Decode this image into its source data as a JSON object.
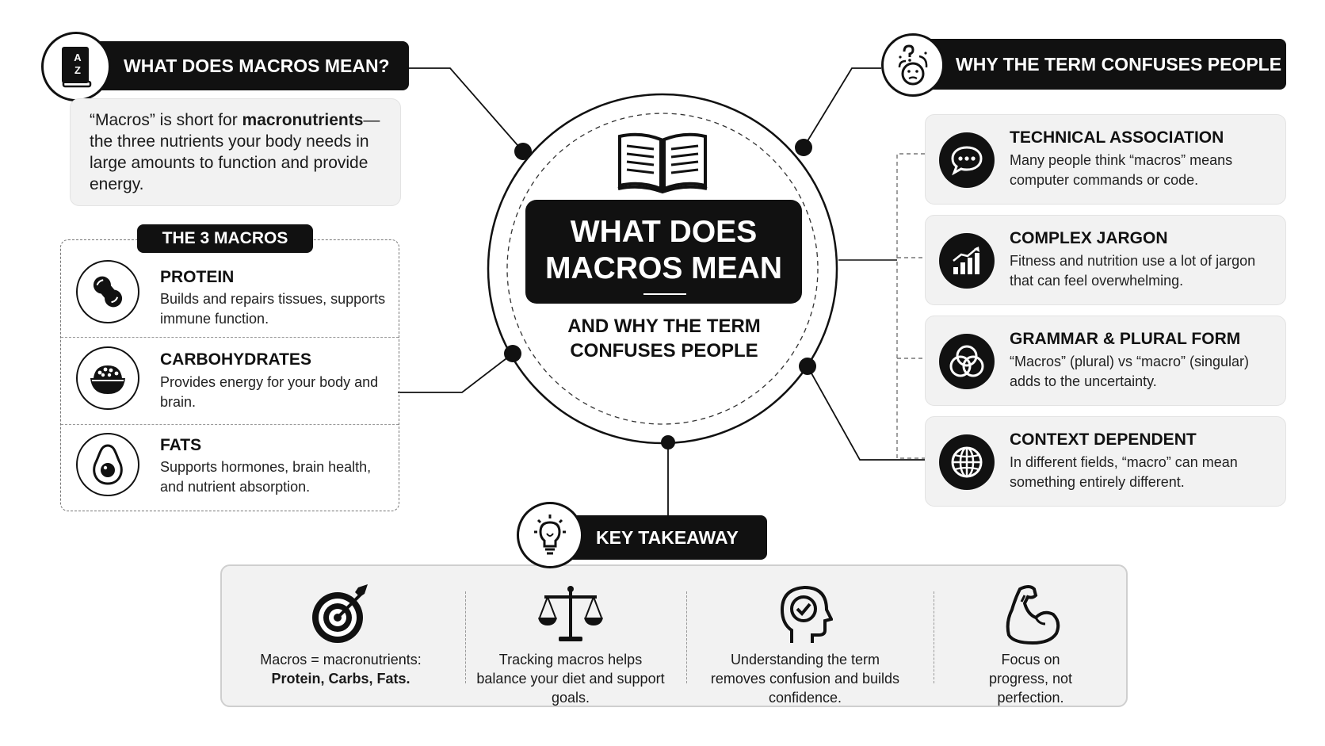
{
  "left_header": {
    "title": "WHAT DOES MACROS MEAN?",
    "icon": "dictionary-book-icon",
    "icon_letters": "A Z"
  },
  "definition": {
    "text_before": "“Macros” is short for ",
    "bold": "macronutrients",
    "text_after": "—the three nutrients your body needs in large amounts to function and provide energy."
  },
  "macros_section": {
    "title": "THE 3 MACROS",
    "items": [
      {
        "title": "PROTEIN",
        "desc": "Builds and repairs tissues, supports immune function.",
        "icon": "peanut-icon"
      },
      {
        "title": "CARBOHYDRATES",
        "desc": "Provides energy for your body and brain.",
        "icon": "grain-bowl-icon"
      },
      {
        "title": "FATS",
        "desc": "Supports hormones, brain health, and nutrient absorption.",
        "icon": "avocado-icon"
      }
    ]
  },
  "center": {
    "title_line1": "WHAT DOES",
    "title_line2": "MACROS MEAN",
    "subtitle_line1": "AND WHY THE TERM",
    "subtitle_line2": "CONFUSES PEOPLE",
    "icon": "open-book-icon"
  },
  "right_header": {
    "title": "WHY THE TERM CONFUSES PEOPLE",
    "icon": "confused-face-icon"
  },
  "reasons": [
    {
      "title": "TECHNICAL ASSOCIATION",
      "desc": "Many people think “macros” means computer commands or code.",
      "icon": "chat-bubble-icon"
    },
    {
      "title": "COMPLEX JARGON",
      "desc": "Fitness and nutrition use a lot of jargon that can feel overwhelming.",
      "icon": "bar-chart-icon"
    },
    {
      "title": "GRAMMAR & PLURAL FORM",
      "desc": "“Macros” (plural) vs “macro” (singular) adds to the uncertainty.",
      "icon": "venn-diagram-icon"
    },
    {
      "title": "CONTEXT DEPENDENT",
      "desc": "In different fields, “macro” can mean something entirely different.",
      "icon": "globe-icon"
    }
  ],
  "takeaway": {
    "title": "KEY TAKEAWAY",
    "icon": "lightbulb-icon",
    "items": [
      {
        "text": "Macros = macronutrients:",
        "bold": "Protein, Carbs, Fats.",
        "icon": "target-icon"
      },
      {
        "text": "Tracking macros helps balance your diet and support goals.",
        "bold": "",
        "icon": "balance-scale-icon"
      },
      {
        "text": "Understanding the term removes confusion and builds confidence.",
        "bold": "",
        "icon": "head-check-icon"
      },
      {
        "text": "Focus on progress, not perfection.",
        "bold": "",
        "icon": "flexed-arm-icon"
      }
    ]
  }
}
